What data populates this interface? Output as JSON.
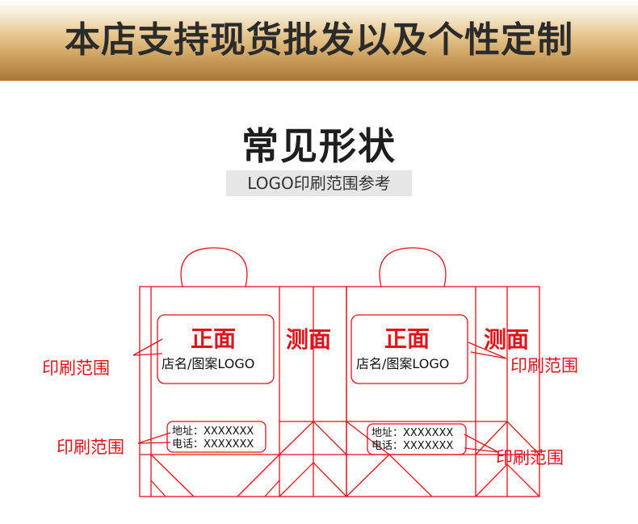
{
  "banner": {
    "text": "本店支持现货批发以及个性定制"
  },
  "section": {
    "title": "常见形状",
    "subtitle": "LOGO印刷范围参考"
  },
  "bag_left": {
    "front_title": "正面",
    "front_text": "店名/图案LOGO",
    "side_title": "测面",
    "address": "地址：XXXXXXX",
    "phone": "电话：XXXXXXX"
  },
  "bag_right": {
    "front_title": "正面",
    "front_text": "店名/图案LOGO",
    "side_title": "测面",
    "address": "地址：XXXXXXX",
    "phone": "电话：XXXXXXX"
  },
  "callouts": {
    "left_top": "印刷范围",
    "left_bottom": "印刷范围",
    "right_top": "印刷范围",
    "right_bottom": "印刷范围"
  },
  "colors": {
    "line": "#e3121a",
    "text_dark": "#111111",
    "banner_text": "#2b2b2b"
  }
}
